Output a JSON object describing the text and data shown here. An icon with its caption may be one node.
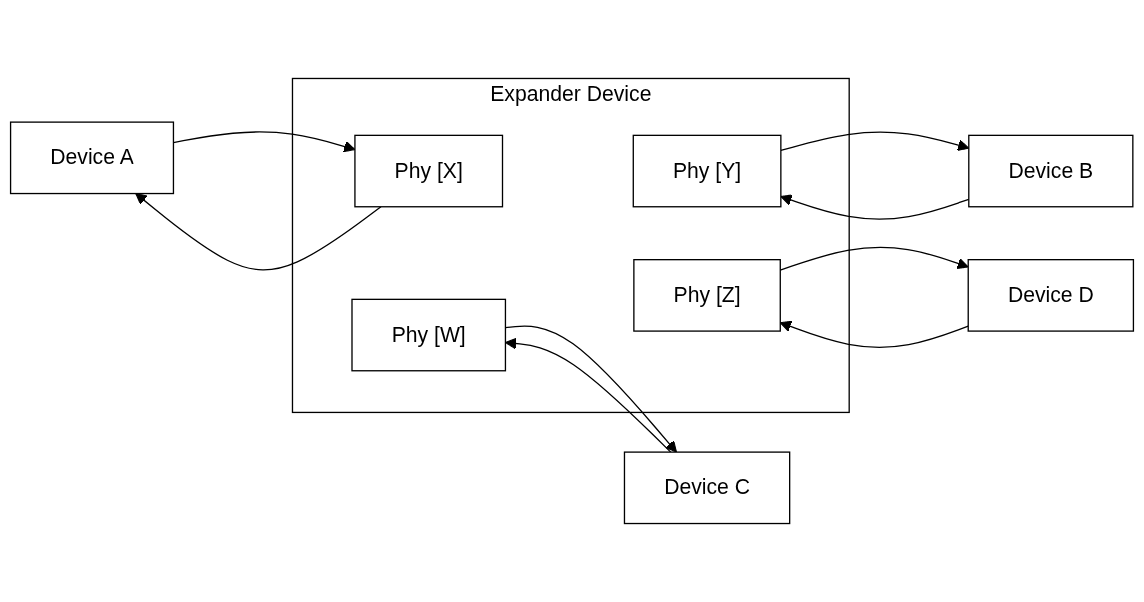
{
  "diagram": {
    "nodes": [
      {
        "text": [
          "Device A"
        ]
      },
      {
        "text": [
          "Expander Device"
        ]
      },
      {
        "text": [
          "Phy [X]"
        ],
        "in": 1
      },
      {
        "text": [
          "Phy [Y]"
        ],
        "in": 1
      },
      {
        "text": [
          "Device B"
        ]
      },
      {
        "text": [
          "Device C"
        ]
      },
      {
        "text": [
          "Phy [W]"
        ],
        "in": 1
      },
      {
        "text": [
          "Phy [Z]"
        ],
        "in": 1
      },
      {
        "text": [
          "Device D"
        ]
      }
    ],
    "edges": [
      {
        "from": 0,
        "to": 2,
        "arrow": "to"
      },
      {
        "from": 2,
        "to": 0,
        "arrow": "to"
      },
      {
        "from": 3,
        "to": 4,
        "arrow": "to"
      },
      {
        "from": 4,
        "to": 3,
        "arrow": "to"
      },
      {
        "from": 5,
        "to": 6,
        "arrow": "to"
      },
      {
        "from": 6,
        "to": 5,
        "arrow": "to"
      },
      {
        "from": 7,
        "to": 8,
        "arrow": "to"
      },
      {
        "from": 8,
        "to": 7,
        "arrow": "to"
      }
    ]
  }
}
